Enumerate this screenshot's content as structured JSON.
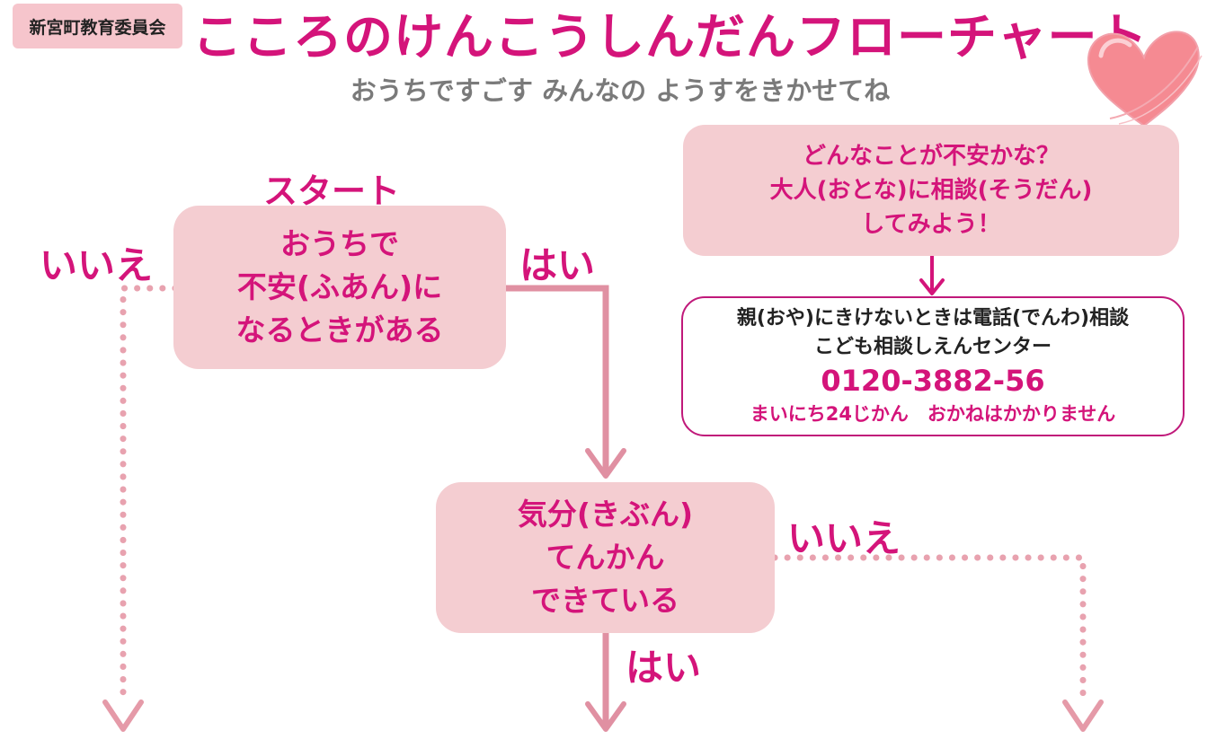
{
  "header": {
    "org_label": "新宮町教育委員会",
    "title": "こころのけんこうしんだんフローチャート",
    "subtitle": "おうちですごす みんなの ようすをきかせてね"
  },
  "flow": {
    "start_label": "スタート",
    "start_box": {
      "line1": "おうちで",
      "line2": "不安(ふあん)に",
      "line3": "なるときがある"
    },
    "no_label_1": "いいえ",
    "yes_label_1": "はい",
    "mood_box": {
      "line1": "気分(きぶん)",
      "line2": "てんかん",
      "line3": "できている"
    },
    "no_label_2": "いいえ",
    "yes_label_2": "はい"
  },
  "worry_box": {
    "line1": "どんなことが不安かな？",
    "line2": "大人(おとな)に相談(そうだん)",
    "line3": "してみよう！"
  },
  "phone_box": {
    "line1": "親(おや)にきけないときは電話(でんわ)相談",
    "line2": "こども相談しえんセンター",
    "number": "0120-3882-56",
    "note": "まいにち24じかん　おかねはかかりません"
  },
  "colors": {
    "accent": "#d4147a",
    "box_fill": "#f4cdd1",
    "arrow": "#e090a2",
    "dotted": "#e8a2af",
    "subtitle": "#7a7a7a",
    "org_fill": "#f6c5cc"
  }
}
